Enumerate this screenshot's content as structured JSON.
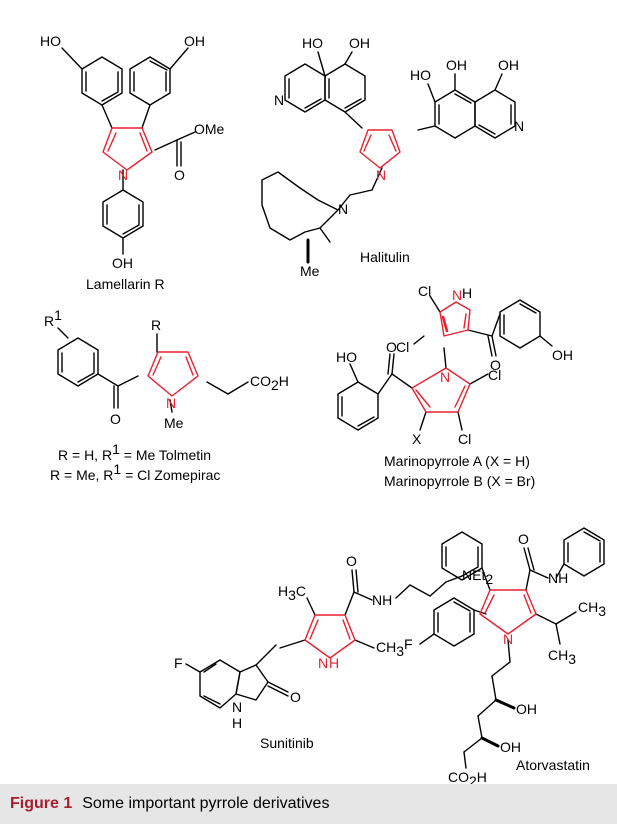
{
  "figure": {
    "caption_label": "Figure 1",
    "caption_text": "Some important pyrrole derivatives"
  },
  "accent_color": "#e8202f",
  "caption_label_color": "#a61e2e",
  "compounds": {
    "lamellarin": {
      "name": "Lamellarin R",
      "oh_top_left": "HO",
      "oh_top_right": "OH",
      "ome": "OMe",
      "o": "O",
      "n": "N",
      "oh_bottom": "OH"
    },
    "halitulin": {
      "name": "Halitulin",
      "ho1": "HO",
      "oh1": "OH",
      "ho2": "HO",
      "oh2": "OH",
      "oh3": "OH",
      "n_left": "N",
      "n_right": "N",
      "n_pyrrole": "N",
      "n_ring": "N",
      "me": "Me"
    },
    "tolmetin": {
      "r1": "R",
      "r1_sup": "1",
      "r": "R",
      "o": "O",
      "n": "N",
      "me": "Me",
      "co2h": "CO",
      "co2h_sub": "2",
      "co2h_end": "H",
      "line1_a": "R = H, R",
      "line1_sup": "1",
      "line1_b": " = Me   Tolmetin",
      "line2_a": "R = Me, R",
      "line2_sup": "1",
      "line2_b": " = Cl   Zomepirac"
    },
    "marinopyrrole": {
      "cl1": "Cl",
      "nh": "H",
      "n_top": "N",
      "cl2": "Cl",
      "o1": "O",
      "oh1": "OH",
      "ho": "HO",
      "o2": "O",
      "n": "N",
      "cl3": "Cl",
      "x": "X",
      "cl4": "Cl",
      "name_a": "Marinopyrrole A (X = H)",
      "name_b": "Marinopyrrole B (X = Br)"
    },
    "sunitinib": {
      "name": "Sunitinib",
      "ch3_top": "H",
      "ch3_top_c": "C",
      "ch3_top_sub": "3",
      "o_amide": "O",
      "nh_amide": "NH",
      "net2": "NEt",
      "net2_sub": "2",
      "ch3_right": "CH",
      "ch3_right_sub": "3",
      "f": "F",
      "nh_pyrrole": "N",
      "nh_pyrrole_h": "H",
      "o_ketone": "O",
      "nh_indole": "N",
      "nh_indole_h": "H"
    },
    "atorvastatin": {
      "name": "Atorvastatin",
      "o": "O",
      "nh": "NH",
      "ch3_a": "CH",
      "ch3_a_sub": "3",
      "ch3_b": "CH",
      "ch3_b_sub": "3",
      "f": "F",
      "n": "N",
      "oh1": "OH",
      "oh2": "OH",
      "co2h": "CO",
      "co2h_sub": "2",
      "co2h_end": "H"
    }
  }
}
